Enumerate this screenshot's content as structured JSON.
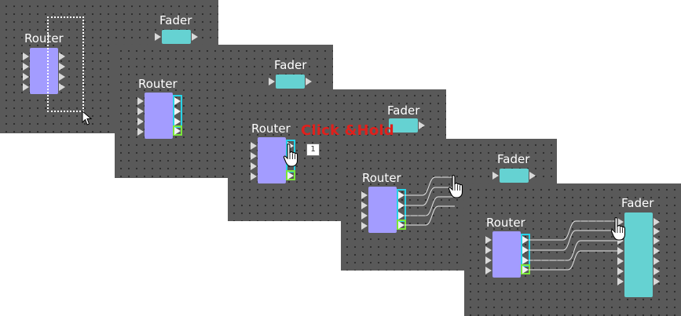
{
  "steps": [
    {
      "router_label": "Router",
      "fader_label": "Fader"
    },
    {
      "router_label": "Router",
      "fader_label": "Fader"
    },
    {
      "router_label": "Router",
      "fader_label": "Fader",
      "instruction": "Click &Hold",
      "tooltip": "1"
    },
    {
      "router_label": "Router",
      "fader_label": "Fader"
    },
    {
      "router_label": "Router",
      "fader_label": "Fader"
    }
  ],
  "colors": {
    "canvas": "#595959",
    "router": "#a39cff",
    "fader": "#65d2d2",
    "selection": "#27d4e8",
    "selection_last": "#7be83a",
    "instruction": "#e0201c",
    "wire": "#e6e6e6"
  }
}
